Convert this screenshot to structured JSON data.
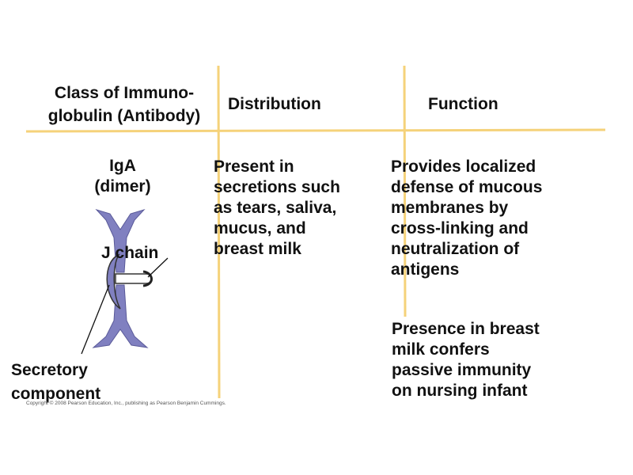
{
  "headers": {
    "class": "Class of Immuno-\nglobulin (Antibody)",
    "distribution": "Distribution",
    "function": "Function"
  },
  "row": {
    "class_name": "IgA\n(dimer)",
    "distribution": "Present in\nsecretions such\nas tears, saliva,\nmucus, and\nbreast milk",
    "function_1": "Provides localized\ndefense of mucous\nmembranes by\ncross-linking and\nneutralization of\nantigens",
    "function_2": "Presence in breast\nmilk confers\npassive immunity\non nursing infant"
  },
  "diagram_labels": {
    "j_chain": "J chain",
    "secretory_component": "Secretory\ncomponent"
  },
  "copyright": "Copyright © 2008 Pearson Education, Inc., publishing as Pearson Benjamin Cummings.",
  "colors": {
    "grid_line": "#f5d27a",
    "antibody": "#8080c0",
    "antibody_outline": "#5a5a99"
  }
}
